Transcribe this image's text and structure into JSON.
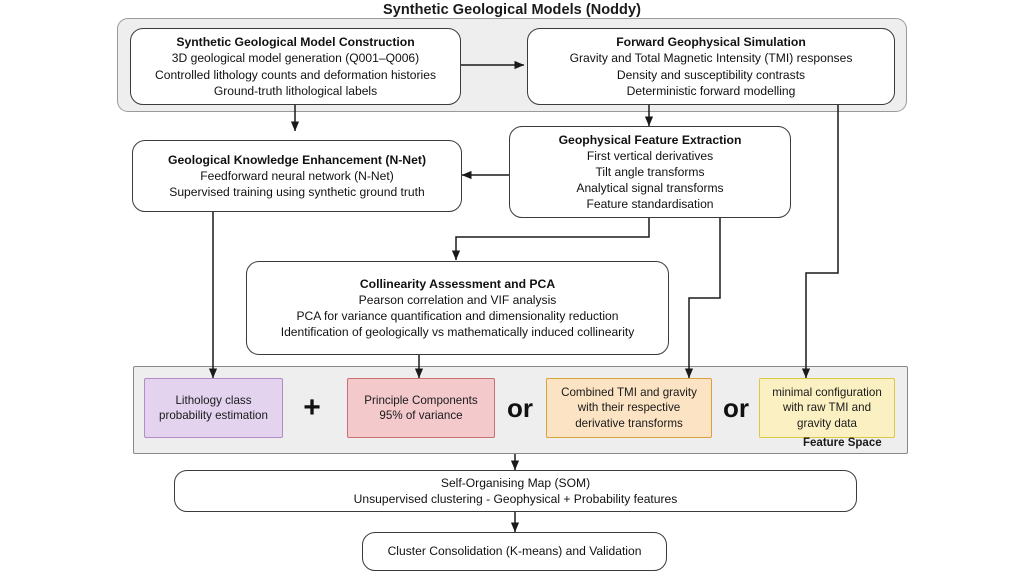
{
  "title": "Synthetic Geological Models (Noddy)",
  "nodes": {
    "model_construction": {
      "heading": "Synthetic Geological Model Construction",
      "lines": [
        "3D geological model generation (Q001–Q006)",
        "Controlled lithology counts and deformation histories",
        "Ground-truth lithological labels"
      ]
    },
    "forward_simulation": {
      "heading": "Forward Geophysical Simulation",
      "lines": [
        "Gravity and Total Magnetic Intensity (TMI) responses",
        "Density and susceptibility contrasts",
        "Deterministic forward modelling"
      ]
    },
    "knowledge_enhancement": {
      "heading": "Geological Knowledge Enhancement (N-Net)",
      "lines": [
        "Feedforward neural network (N-Net)",
        "Supervised training using synthetic ground truth"
      ]
    },
    "feature_extraction": {
      "heading": "Geophysical Feature Extraction",
      "lines": [
        "First vertical derivatives",
        "Tilt angle transforms",
        "Analytical signal transforms",
        "Feature standardisation"
      ]
    },
    "collinearity_pca": {
      "heading": "Collinearity Assessment and PCA",
      "lines": [
        "Pearson correlation and VIF analysis",
        "PCA for variance quantification and dimensionality reduction",
        "Identification of geologically vs mathematically induced collinearity"
      ]
    },
    "som": {
      "lines": [
        "Self-Organising Map (SOM)",
        "Unsupervised clustering - Geophysical + Probability features"
      ]
    },
    "cluster_validation": {
      "lines": [
        "Cluster Consolidation (K-means) and Validation"
      ]
    }
  },
  "feature_space": {
    "label": "Feature Space",
    "operators": {
      "plus": "+",
      "or1": "or",
      "or2": "or"
    },
    "chips": [
      {
        "id": "lithology-probability",
        "lines": [
          "Lithology class",
          "probability estimation"
        ],
        "fill": "#e3d3ef",
        "stroke": "#b48cc9"
      },
      {
        "id": "principle-components",
        "lines": [
          "Principle Components",
          "95% of variance"
        ],
        "fill": "#f3c9cb",
        "stroke": "#cc6f72"
      },
      {
        "id": "combined-tmi-gravity",
        "lines": [
          "Combined TMI and gravity",
          "with their respective",
          "derivative transforms"
        ],
        "fill": "#fbe3c3",
        "stroke": "#d9a33c"
      },
      {
        "id": "minimal-configuration",
        "lines": [
          "minimal configuration",
          "with raw TMI and",
          "gravity data"
        ],
        "fill": "#faf0c2",
        "stroke": "#ddc844"
      }
    ]
  },
  "colors": {
    "panel_fill": "#eeeeee",
    "panel_stroke": "#9a9a9a",
    "node_stroke": "#3b3b3b",
    "connector": "#1a1a1a",
    "background": "#ffffff"
  }
}
